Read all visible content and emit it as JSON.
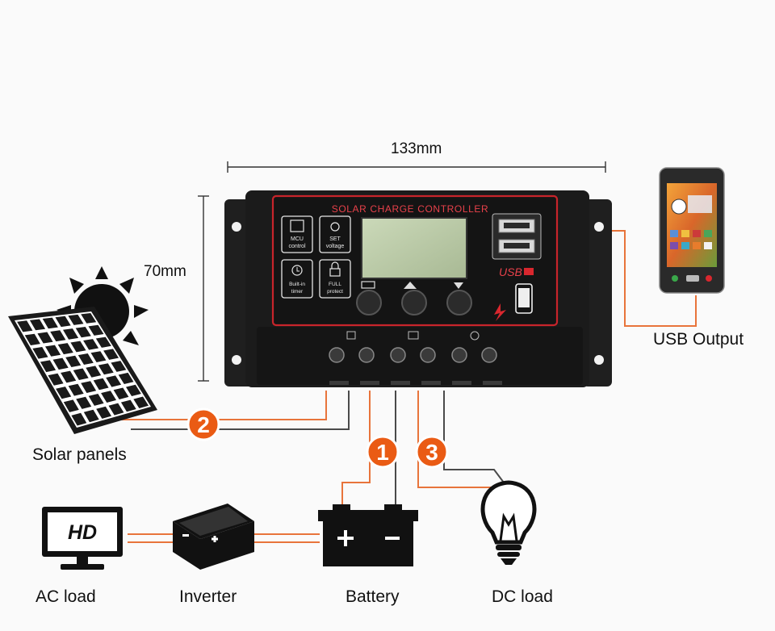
{
  "dimensions": {
    "width": "133mm",
    "height": "70mm"
  },
  "controller": {
    "title": "SOLAR CHARGE CONTROLLER",
    "usb_badge": "USB",
    "features": [
      {
        "icon": "cpu-icon",
        "line1": "MCU",
        "line2": "control"
      },
      {
        "icon": "sun-icon",
        "line1": "SET",
        "line2": "voltage"
      },
      {
        "icon": "clock-icon",
        "line1": "Built-in",
        "line2": "timer"
      },
      {
        "icon": "lock-icon",
        "line1": "FULL",
        "line2": "protect"
      }
    ],
    "buttons": [
      "menu-button",
      "up-button",
      "down-button"
    ]
  },
  "connections": [
    {
      "number": "1",
      "target": "Battery"
    },
    {
      "number": "2",
      "target": "Solar panels"
    },
    {
      "number": "3",
      "target": "DC load"
    }
  ],
  "labels": {
    "usb_output": "USB Output",
    "solar_panels": "Solar panels",
    "ac_load": "AC load",
    "inverter": "Inverter",
    "battery": "Battery",
    "dc_load": "DC load"
  },
  "colors": {
    "wire_orange": "#e8743b",
    "wire_gray": "#4a4a4a",
    "badge_orange": "#ea5b14",
    "controller_body": "#1b1b1b",
    "controller_trim": "#c8242b",
    "lcd_green": "#b9c9a8"
  }
}
